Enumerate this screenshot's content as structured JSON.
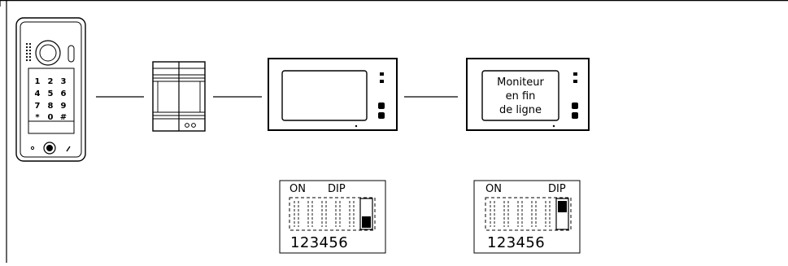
{
  "keypad": {
    "rows": [
      [
        "1",
        "2",
        "3"
      ],
      [
        "4",
        "5",
        "6"
      ],
      [
        "7",
        "8",
        "9"
      ],
      [
        "*",
        "0",
        "#"
      ]
    ]
  },
  "end_monitor": {
    "label_lines": [
      "Moniteur",
      "en fin",
      "de ligne"
    ]
  },
  "dip_switches": [
    {
      "label_on": "ON",
      "label_dip": "DIP",
      "numbers": "123456",
      "switch6": "OFF"
    },
    {
      "label_on": "ON",
      "label_dip": "DIP",
      "numbers": "123456",
      "switch6": "ON"
    }
  ],
  "colors": {
    "line": "#000000",
    "device_fill": "#ffffff",
    "switch_fill": "#000000"
  }
}
